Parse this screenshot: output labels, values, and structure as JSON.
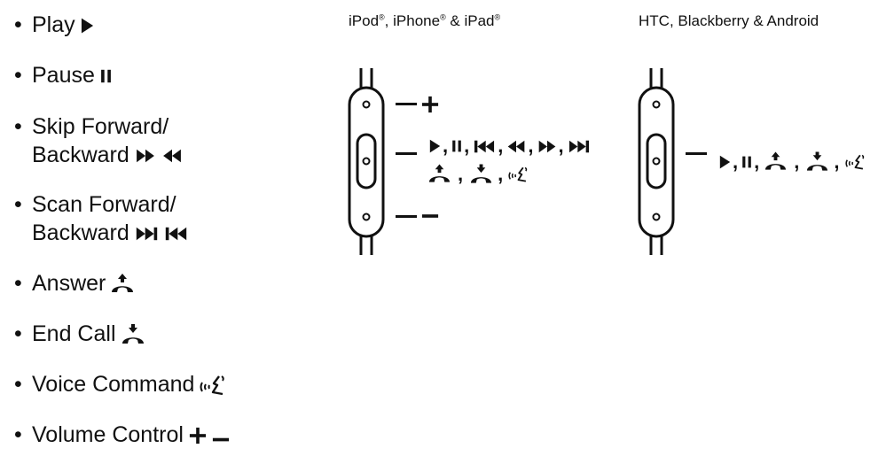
{
  "legend": {
    "play": "Play",
    "pause": "Pause",
    "skip_line1": "Skip Forward/",
    "skip_line2": "Backward",
    "scan_line1": "Scan Forward/",
    "scan_line2": "Backward",
    "answer": "Answer",
    "end_call": "End Call",
    "voice_command": "Voice Command",
    "volume_control": "Volume Control",
    "bullet": "•"
  },
  "apple": {
    "title_a": "iPod",
    "title_b": ", iPhone",
    "title_c": " & iPad",
    "reg": "®"
  },
  "android": {
    "title": "HTC, Blackberry & Android"
  },
  "symbols": {
    "plus": "+",
    "comma": ","
  }
}
